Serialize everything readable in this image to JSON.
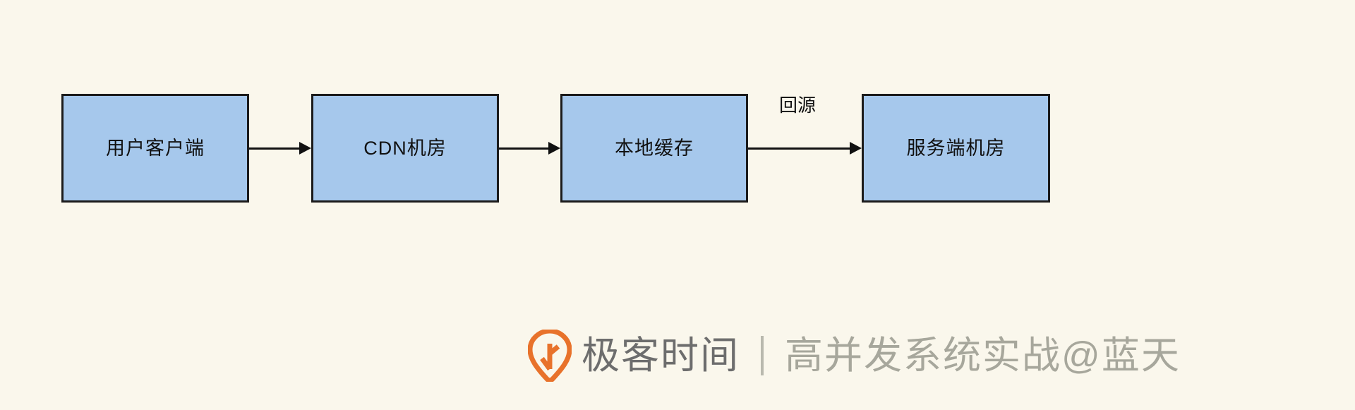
{
  "diagram": {
    "type": "flowchart",
    "orientation": "left-to-right",
    "background_color": "#faf7ec",
    "node_fill_color": "#a6c8ec",
    "node_border_color": "#1b1b1b",
    "text_color": "#111111",
    "nodes": [
      {
        "id": "client",
        "label": "用户客户端"
      },
      {
        "id": "cdn",
        "label": "CDN机房"
      },
      {
        "id": "local",
        "label": "本地缓存"
      },
      {
        "id": "server",
        "label": "服务端机房"
      }
    ],
    "edges": [
      {
        "from": "client",
        "to": "cdn",
        "label": ""
      },
      {
        "from": "cdn",
        "to": "local",
        "label": ""
      },
      {
        "from": "local",
        "to": "server",
        "label": "回源"
      }
    ]
  },
  "watermark": {
    "logo_icon": "geekbang-pin-icon",
    "logo_color": "#e8722b",
    "brand": "极客时间",
    "divider": "|",
    "course": "高并发系统实战@蓝天",
    "brand_color": "#6d6d6d",
    "course_color": "#a7a79c"
  }
}
